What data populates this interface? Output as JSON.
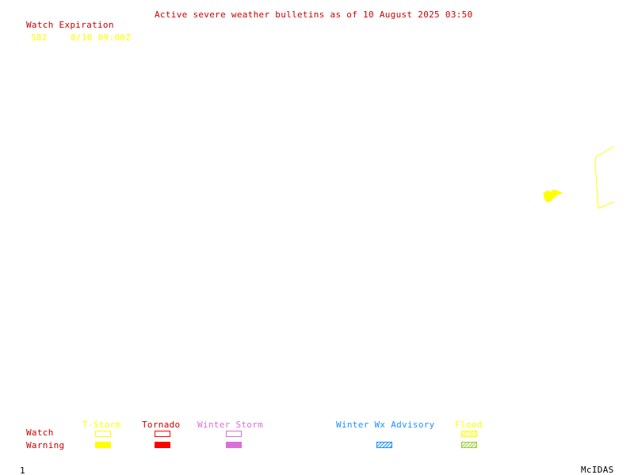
{
  "header": {
    "title": "Active severe weather bulletins as of 10 August 2025 03:50"
  },
  "watch_table": {
    "heading": "Watch Expiration",
    "rows": [
      {
        "watch_number": "582",
        "expiration": "8/10 09:00Z"
      }
    ]
  },
  "legend": {
    "row_labels": {
      "watch": "Watch",
      "warning": "Warning"
    },
    "categories": [
      {
        "label": "T-Storm",
        "color": "#ffff00",
        "watch_style": "outline",
        "warning_style": "solid"
      },
      {
        "label": "Tornado",
        "color": "#ff0000",
        "watch_style": "outline",
        "warning_style": "solid"
      },
      {
        "label": "Winter Storm",
        "color": "#da70d6",
        "watch_style": "outline",
        "warning_style": "solid"
      },
      {
        "label": "Winter Wx Advisory",
        "color": "#1e90ff",
        "watch_style": "none",
        "warning_style": "hatched"
      },
      {
        "label": "Flood",
        "color": "#9acd32",
        "label_color": "#ffff00",
        "watch_style": "hatched",
        "warning_style": "hatched"
      }
    ]
  },
  "map": {
    "active_watch_color": "#ffff00",
    "warning_color": "#ffff00"
  },
  "footer": {
    "frame_number": "1",
    "product": "McIDAS"
  },
  "colors": {
    "title": "#cc0000",
    "watch_heading": "#cc0000",
    "watch_entry": "#ffff00",
    "row_labels": "#cc0000",
    "tstorm": "#ffff00",
    "tornado": "#ff0000",
    "winter_storm": "#da70d6",
    "winter_advisory": "#1e90ff",
    "flood_box": "#9acd32",
    "footer": "#000000"
  }
}
